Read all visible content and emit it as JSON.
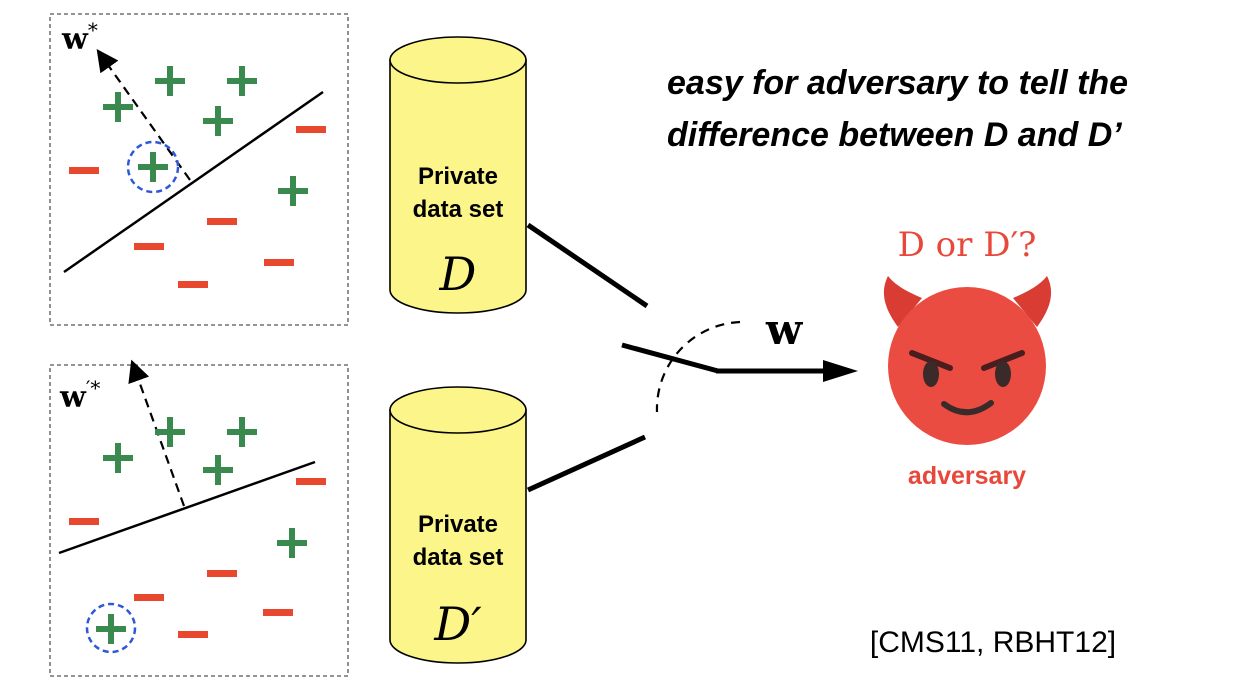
{
  "headline": {
    "line1": "easy for adversary to tell the",
    "line2": "difference between D and D’"
  },
  "panel_top": {
    "weight_label": "w",
    "weight_sup": "*"
  },
  "panel_bottom": {
    "weight_label": "w",
    "weight_sup": "′*"
  },
  "dataset_D": {
    "line1": "Private",
    "line2": "data set",
    "symbol": "D"
  },
  "dataset_D_prime": {
    "line1": "Private",
    "line2": "data set",
    "symbol": "D′"
  },
  "output_label": "w",
  "question": "D or D′?",
  "adversary_label": "adversary",
  "citation": "[CMS11, RBHT12]",
  "colors": {
    "plus": "#3a8a4f",
    "minus": "#e8492e",
    "highlight_circle": "#2f58d9",
    "cylinder_fill": "#fbf58a",
    "adversary_red": "#e8483a",
    "devil_face": "#eb4c42"
  },
  "icons": {
    "adversary": "devil-face-icon",
    "plus": "plus-icon",
    "minus": "minus-icon"
  }
}
